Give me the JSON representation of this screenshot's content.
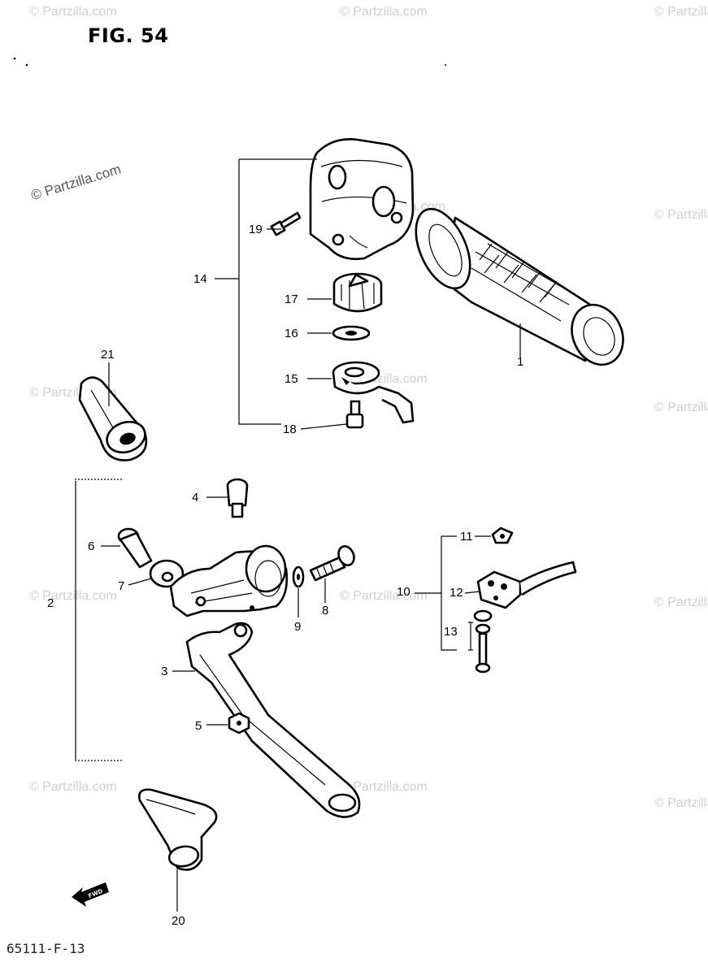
{
  "figure": {
    "title": "FIG. 54",
    "code": "65111-F-13"
  },
  "watermark": "© Partzilla.com",
  "fwd": "FWD",
  "labels": {
    "p1": "1",
    "p2": "2",
    "p3": "3",
    "p4": "4",
    "p5": "5",
    "p6": "6",
    "p7": "7",
    "p8": "8",
    "p9": "9",
    "p10": "10",
    "p11": "11",
    "p12": "12",
    "p13": "13",
    "p14": "14",
    "p15": "15",
    "p16": "16",
    "p17": "17",
    "p18": "18",
    "p19": "19",
    "p20": "20",
    "p21": "21"
  }
}
